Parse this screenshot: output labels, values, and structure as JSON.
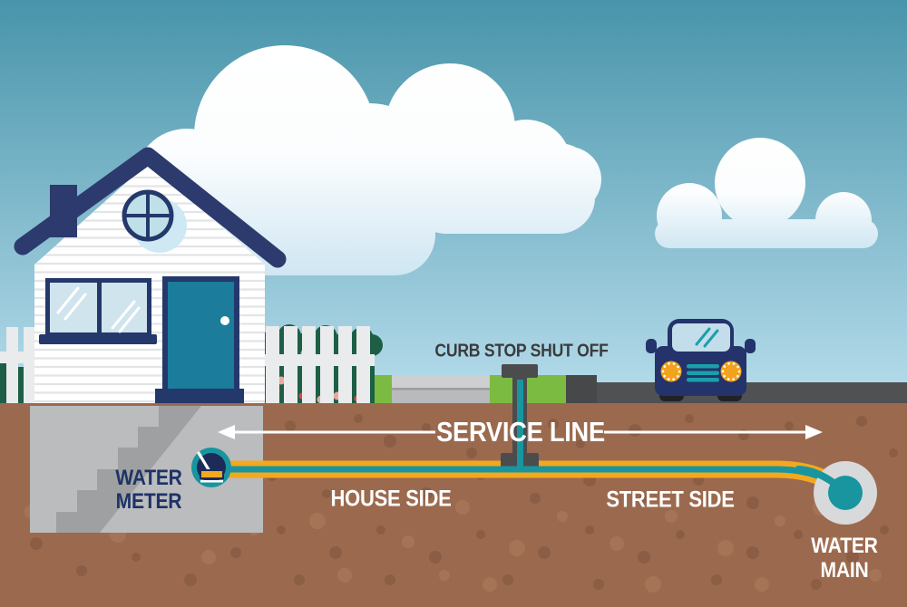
{
  "title": "Water service line diagram",
  "labels": {
    "curb_stop": "CURB STOP SHUT OFF",
    "service_line": "SERVICE LINE",
    "house_side": "HOUSE SIDE",
    "street_side": "STREET SIDE",
    "water_meter": "WATER METER",
    "water_main": "WATER MAIN"
  },
  "colors": {
    "sky_top": "#4894aa",
    "sky_bottom": "#b7ddec",
    "cloud": "#ffffff",
    "cloud_shade": "#cfe6f2",
    "house_navy": "#2c3a6d",
    "door_teal": "#1b7c9b",
    "glass_blue": "#cfe4ec",
    "fence_white": "#e9ebed",
    "bush_green": "#1d5f45",
    "berry_red": "#e84040",
    "berry_pink": "#eda89e",
    "grass_green": "#7cbb42",
    "sidewalk_gray": "#c6c8ca",
    "road_gray": "#505153",
    "soil_brown": "#9b6a4e",
    "basement_gray": "#bbbcbe",
    "stairs_gray": "#9fa0a2",
    "pipe_yellow": "#f4a81e",
    "pipe_teal": "#18959f",
    "valve_gray": "#4b4c4e",
    "main_gray": "#d8d9db",
    "meter_navy": "#1d2b59",
    "car_navy": "#24336b",
    "headlight_orange": "#f2a31d",
    "label_white": "#ffffff",
    "label_navy": "#1e3366",
    "label_dark": "#3b3b3d"
  },
  "icons": {
    "water_meter_icon": "round gauge with needle and dial",
    "curb_stop_valve_icon": "T-shaped shutoff valve on service line",
    "water_main_icon": "pipe cross-section circle",
    "arrow_left_icon": "left-pointing arrow",
    "arrow_right_icon": "right-pointing arrow"
  }
}
